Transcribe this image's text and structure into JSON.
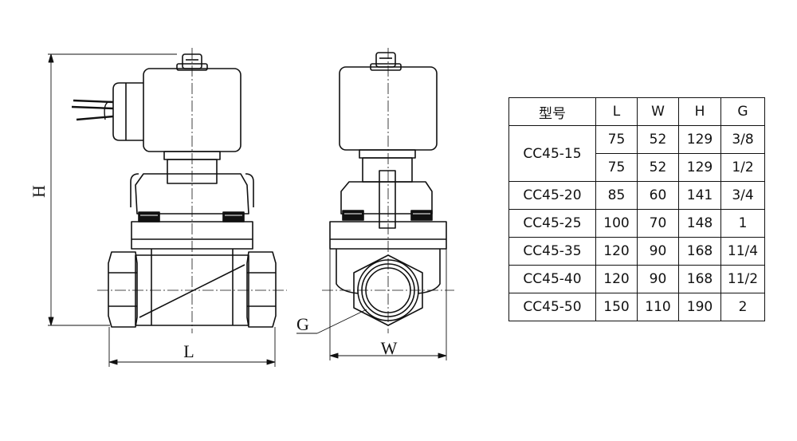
{
  "drawing": {
    "labels": {
      "h": "H",
      "l": "L",
      "w": "W",
      "g": "G"
    }
  },
  "table": {
    "headers": [
      "型号",
      "L",
      "W",
      "H",
      "G"
    ],
    "rows": [
      {
        "model": "CC45-15",
        "sizes": [
          {
            "L": "75",
            "W": "52",
            "H": "129",
            "G": "3/8"
          },
          {
            "L": "75",
            "W": "52",
            "H": "129",
            "G": "1/2"
          }
        ]
      },
      {
        "model": "CC45-20",
        "sizes": [
          {
            "L": "85",
            "W": "60",
            "H": "141",
            "G": "3/4"
          }
        ]
      },
      {
        "model": "CC45-25",
        "sizes": [
          {
            "L": "100",
            "W": "70",
            "H": "148",
            "G": "1"
          }
        ]
      },
      {
        "model": "CC45-35",
        "sizes": [
          {
            "L": "120",
            "W": "90",
            "H": "168",
            "G": "11/4"
          }
        ]
      },
      {
        "model": "CC45-40",
        "sizes": [
          {
            "L": "120",
            "W": "90",
            "H": "168",
            "G": "11/2"
          }
        ]
      },
      {
        "model": "CC45-50",
        "sizes": [
          {
            "L": "150",
            "W": "110",
            "H": "190",
            "G": "2"
          }
        ]
      }
    ]
  }
}
